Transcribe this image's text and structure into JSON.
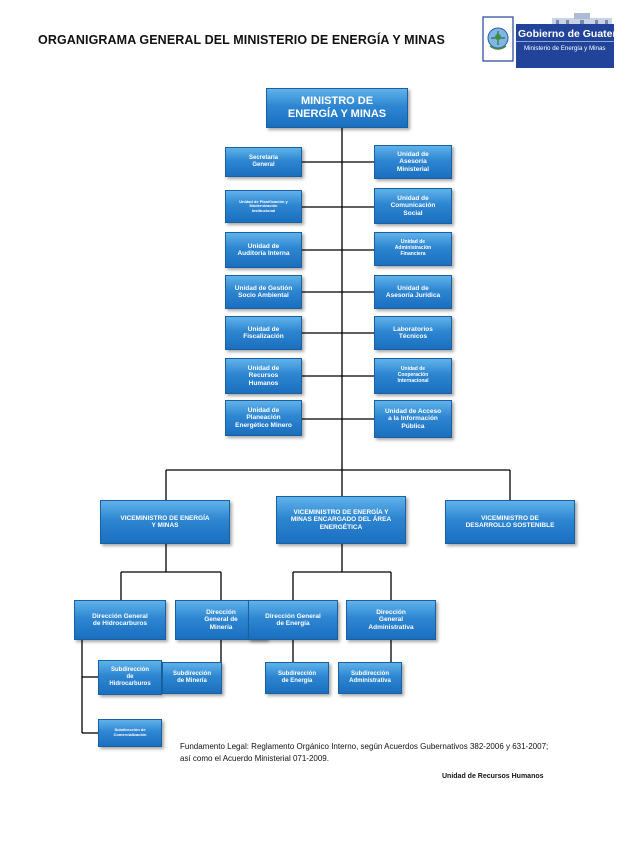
{
  "header": {
    "title": "ORGANIGRAMA GENERAL DEL MINISTERIO DE ENERGÍA Y MINAS",
    "logo_main": "Gobierno de Guatemala",
    "logo_sub": "Ministerio de Energía y Minas"
  },
  "minister": "MINISTRO DE\nENERGÍA Y MINAS",
  "left_units": [
    "Secretaría\nGeneral",
    "Unidad de Planificación y\nModernización\nInstitucional",
    "Unidad de\nAuditoría Interna",
    "Unidad de Gestión\nSocio Ambiental",
    "Unidad de\nFiscalización",
    "Unidad de\nRecursos\nHumanos",
    "Unidad de\nPlaneación\nEnergético Minero"
  ],
  "right_units": [
    "Unidad de\nAsesoría\nMinisterial",
    "Unidad de\nComunicación\nSocial",
    "Unidad de\nAdministración\nFinanciera",
    "Unidad de\nAsesoría Jurídica",
    "Laboratorios\nTécnicos",
    "Unidad de\nCooperación\nInternacional",
    "Unidad de Acceso\na la Información\nPública"
  ],
  "vice_ministers": [
    "VICEMINISTRO DE ENERGÍA\nY MINAS",
    "VICEMINISTRO DE ENERGÍA Y\nMINAS ENCARGADO DEL ÁREA\nENERGÉTICA",
    "VICEMINISTRO DE\nDESARROLLO SOSTENIBLE"
  ],
  "directions": [
    "Dirección General\nde Hidrocarburos",
    "Dirección\nGeneral de\nMinería",
    "Dirección General\nde Energía",
    "Dirección\nGeneral\nAdministrativa"
  ],
  "subdirections": [
    "Subdirección\nde\nHidrocarburos",
    "Subdirección\nde Minería",
    "Subdirección\nde Energía",
    "Subdirección\nAdministrativa",
    "Subdirección de\nComercialización"
  ],
  "footer": {
    "legal_line1": "Fundamento Legal: Reglamento Orgánico Interno, según Acuerdos Gubernativos 382-2006 y 631-2007;",
    "legal_line2": "así como el Acuerdo Ministerial 071-2009.",
    "signature": "Unidad de Recursos Humanos"
  },
  "colors": {
    "box_top": "#5fb2ea",
    "box_bottom": "#1a6fbf",
    "line": "#000000",
    "logo_band": "#21449a"
  }
}
